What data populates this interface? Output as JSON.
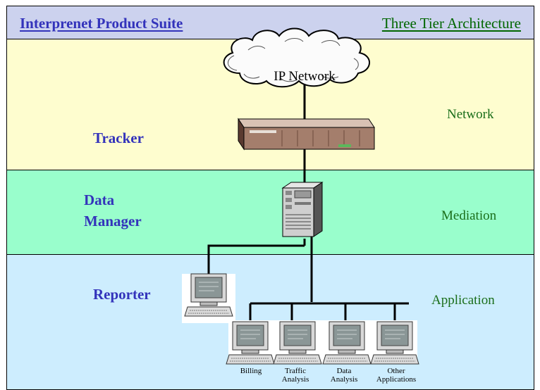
{
  "header": {
    "title": "Interprenet Product Suite",
    "subtitle": "Three Tier Architecture"
  },
  "tiers": {
    "tracker": "Tracker",
    "data_manager_line1": "Data",
    "data_manager_line2": "Manager",
    "reporter": "Reporter"
  },
  "layers": {
    "network": "Network",
    "mediation": "Mediation",
    "application": "Application"
  },
  "cloud_label": "IP Network",
  "apps": [
    {
      "line1": "Billing",
      "line2": ""
    },
    {
      "line1": "Traffic",
      "line2": "Analysis"
    },
    {
      "line1": "Data",
      "line2": "Analysis"
    },
    {
      "line1": "Other",
      "line2": "Applications"
    }
  ],
  "colors": {
    "header_bg": "#ccd2ee",
    "network_bg": "#fefdcf",
    "mediation_bg": "#99fecc",
    "application_bg": "#cdedfe",
    "title_blue": "#3333bb",
    "label_green": "#1a6e1a"
  }
}
